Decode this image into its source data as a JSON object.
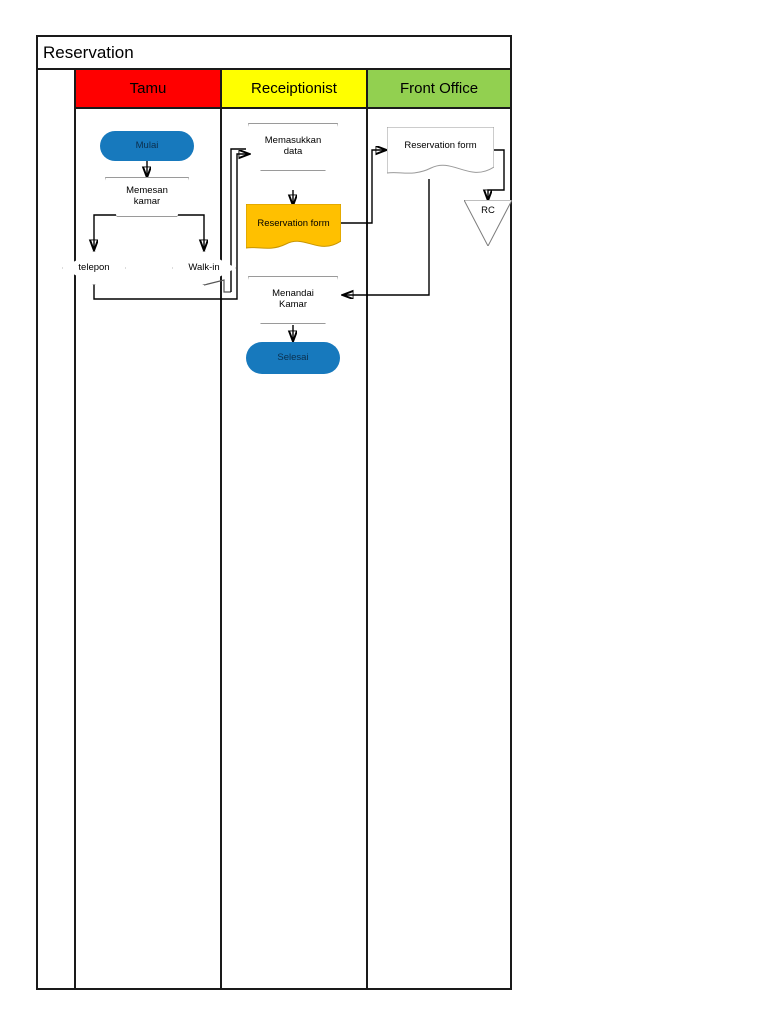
{
  "diagram": {
    "title": "Reservation",
    "type": "cross-functional-flowchart",
    "lanes": [
      {
        "id": "spacer",
        "label": "",
        "color": "#ffffff"
      },
      {
        "id": "tamu",
        "label": "Tamu",
        "color": "#ff0000"
      },
      {
        "id": "receiptionist",
        "label": "Receiptionist",
        "color": "#ffff00"
      },
      {
        "id": "front_office",
        "label": "Front Office",
        "color": "#92d050"
      }
    ]
  },
  "colors": {
    "terminator_blue": "#1779bd",
    "document_orange": "#ffc000",
    "document_white": "#ffffff",
    "lane_red": "#ff0000",
    "lane_yellow": "#ffff00",
    "lane_green": "#92d050",
    "border_dark": "#1a1a1a",
    "shape_outline": "#9a9a9a"
  },
  "nodes": {
    "mulai": {
      "label": "Mulai",
      "shape": "terminator",
      "lane": "tamu"
    },
    "memesan_kamar": {
      "label": "Memesan kamar",
      "line1": "Memesan",
      "line2": "kamar",
      "shape": "trapezoid",
      "lane": "tamu"
    },
    "telepon": {
      "label": "telepon",
      "shape": "diamond",
      "lane": "tamu"
    },
    "walk_in": {
      "label": "Walk-in",
      "shape": "diamond",
      "lane": "tamu"
    },
    "memasukkan_data": {
      "label": "Memasukkan data",
      "line1": "Memasukkan",
      "line2": "data",
      "shape": "trapezoid",
      "lane": "receiptionist"
    },
    "reservation_form_orange": {
      "label": "Reservation form",
      "shape": "document",
      "lane": "receiptionist"
    },
    "menandai_kamar": {
      "label": "Menandai Kamar",
      "line1": "Menandai",
      "line2": "Kamar",
      "shape": "trapezoid",
      "lane": "receiptionist"
    },
    "selesai": {
      "label": "Selesai",
      "shape": "terminator",
      "lane": "receiptionist"
    },
    "reservation_form_white": {
      "label": "Reservation form",
      "shape": "document",
      "lane": "front_office"
    },
    "rc": {
      "label": "RC",
      "shape": "triangle",
      "lane": "front_office"
    }
  },
  "flow": [
    {
      "from": "mulai",
      "to": "memesan_kamar"
    },
    {
      "from": "memesan_kamar",
      "to": "telepon"
    },
    {
      "from": "memesan_kamar",
      "to": "walk_in"
    },
    {
      "from": "telepon",
      "to": "memasukkan_data"
    },
    {
      "from": "walk_in",
      "to": "memasukkan_data"
    },
    {
      "from": "memasukkan_data",
      "to": "reservation_form_orange"
    },
    {
      "from": "reservation_form_orange",
      "to": "reservation_form_white"
    },
    {
      "from": "reservation_form_white",
      "to": "rc"
    },
    {
      "from": "reservation_form_white",
      "to": "menandai_kamar"
    },
    {
      "from": "menandai_kamar",
      "to": "selesai"
    }
  ]
}
